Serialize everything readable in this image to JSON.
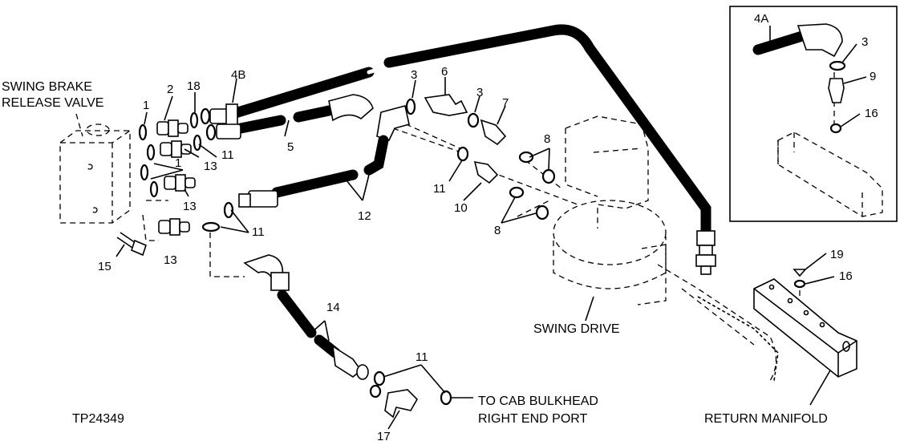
{
  "labels": {
    "swing_brake_1": "SWING BRAKE",
    "swing_brake_2": "RELEASE VALVE",
    "swing_drive": "SWING DRIVE",
    "return_manifold": "RETURN MANIFOLD",
    "cab_bulkhead_1": "TO CAB BULKHEAD",
    "cab_bulkhead_2": "RIGHT END PORT",
    "figure_id": "TP24349"
  },
  "callouts": {
    "c1a": "1",
    "c1b": "1",
    "c2": "2",
    "c18": "18",
    "c4b": "4B",
    "c3a": "3",
    "c6": "6",
    "c3b": "3",
    "c7": "7",
    "c5": "5",
    "c13a": "13",
    "c11a": "11",
    "c13b": "13",
    "c13c": "13",
    "c11b": "11",
    "c15": "15",
    "c12": "12",
    "c11c": "11",
    "c10": "10",
    "c8a": "8",
    "c8b": "8",
    "c14": "14",
    "c11d": "11",
    "c17": "17",
    "c4a": "4A",
    "c3c": "3",
    "c9": "9",
    "c16a": "16",
    "c19": "19",
    "c16b": "16"
  }
}
